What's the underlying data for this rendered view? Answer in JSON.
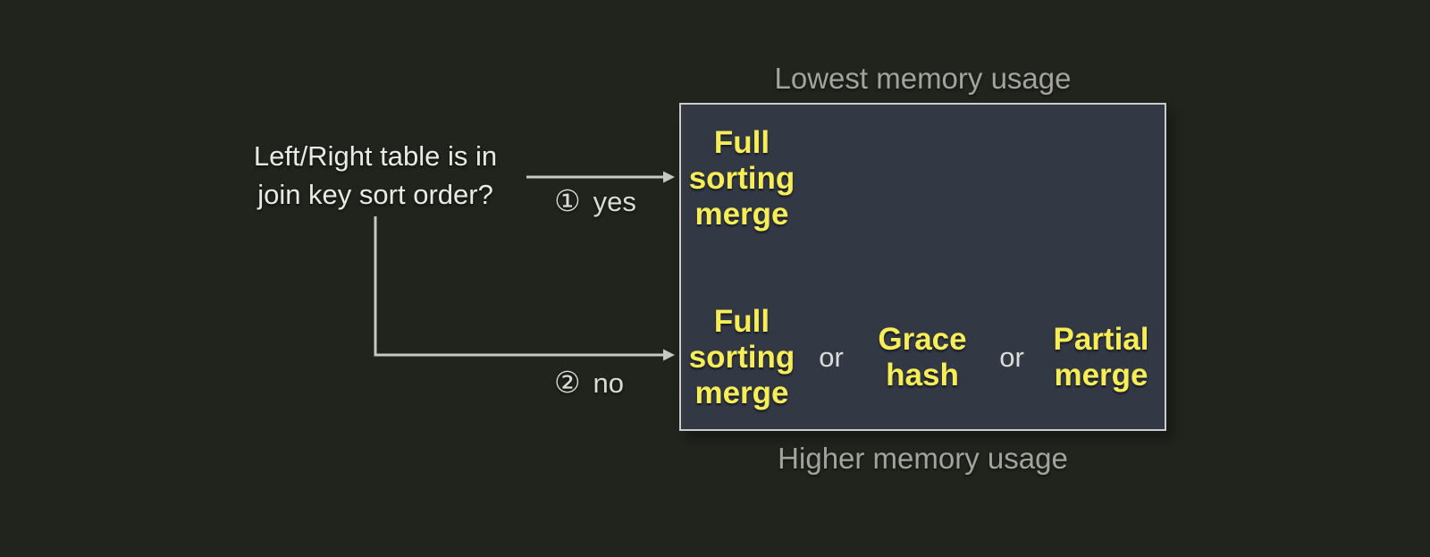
{
  "colors": {
    "background": "#21231d",
    "box_fill": "#333845",
    "box_border": "#c9cbcc",
    "algorithm_yellow": "#f6ed57",
    "question_text": "#e9eae5",
    "memory_label_gray": "#a2a39f",
    "connector_gray": "#c6c8c5"
  },
  "question": {
    "line1": "Left/Right table is in",
    "line2": "join key sort order?"
  },
  "branches": {
    "yes": {
      "marker": "①",
      "label": "yes"
    },
    "no": {
      "marker": "②",
      "label": "no"
    }
  },
  "memory_labels": {
    "top": "Lowest memory usage",
    "bottom": "Higher memory usage"
  },
  "algorithm_box": {
    "sorted_row": {
      "algorithms": [
        "Full sorting merge"
      ]
    },
    "unsorted_row": {
      "algorithms": [
        "Full sorting merge",
        "Grace hash",
        "Partial merge"
      ],
      "separator": "or"
    }
  }
}
